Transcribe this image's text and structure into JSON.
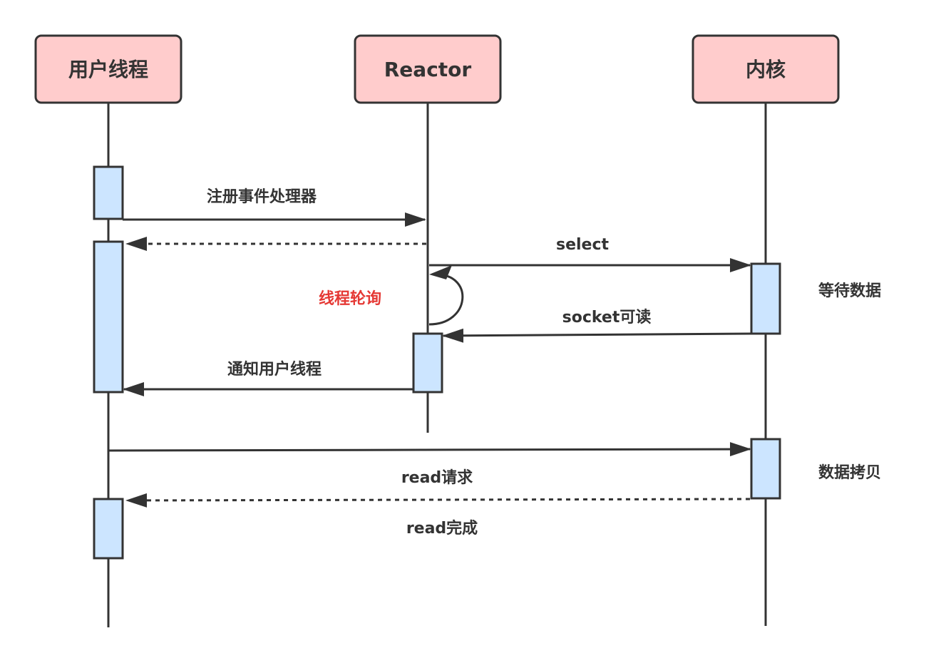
{
  "colors": {
    "participant_fill": "#ffcccc",
    "activation_fill": "#cce5ff",
    "stroke": "#333333",
    "highlight_text": "#e53935"
  },
  "participants": {
    "user_thread": "用户线程",
    "reactor": "Reactor",
    "kernel": "内核"
  },
  "messages": {
    "register_handler": "注册事件处理器",
    "select": "select",
    "thread_polling": "线程轮询",
    "socket_readable": "socket可读",
    "notify_user_thread": "通知用户线程",
    "read_request": "read请求",
    "read_complete": "read完成"
  },
  "notes": {
    "wait_data": "等待数据",
    "data_copy": "数据拷贝"
  }
}
